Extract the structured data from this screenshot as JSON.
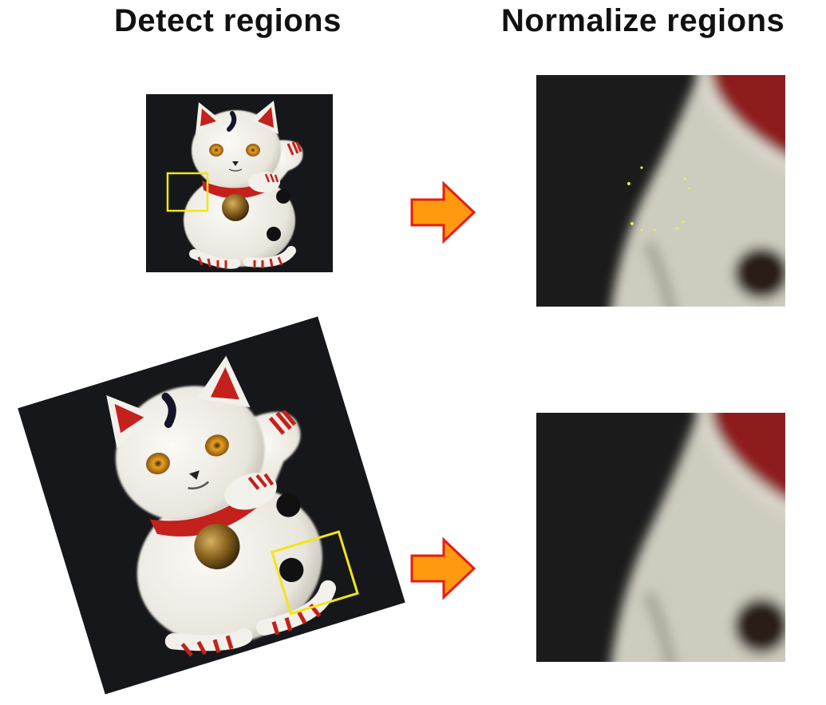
{
  "headings": {
    "left": "Detect regions",
    "right": "Normalize regions"
  },
  "colors": {
    "background": "#ffffff",
    "photo_background": "#16171a",
    "cat_body": "#f2f0ea",
    "cat_red": "#c4201c",
    "bell_gold": "#8a6420",
    "region_box": "#f2e51a",
    "arrow_fill": "#ff9a10",
    "arrow_outline": "#e61e10"
  },
  "icons": {
    "cat_figurine": "maneki-neko-icon",
    "transform_arrow": "right-arrow-icon"
  },
  "rows": [
    {
      "name": "upright",
      "rotation_degrees": 0
    },
    {
      "name": "rotated",
      "rotation_degrees": -17
    }
  ]
}
